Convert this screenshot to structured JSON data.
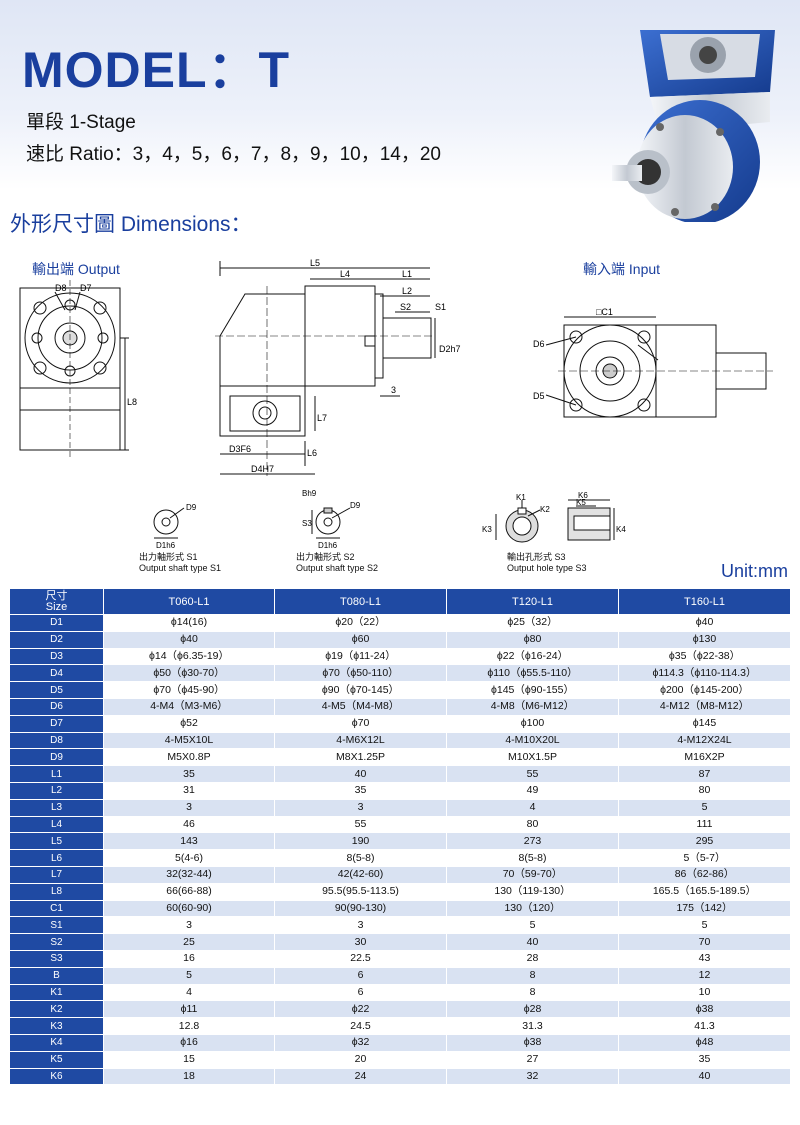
{
  "header": {
    "title": "MODEL：T",
    "stage": "單段 1-Stage",
    "ratio": "速比 Ratio：3，4，5，6，7，8，9，10，14，20"
  },
  "dimensions_title": "外形尺寸圖 Dimensions：",
  "views": {
    "output": "輸出端 Output",
    "input": "輸入端 Input"
  },
  "drawing_labels": {
    "D8": "D8",
    "D7": "D7",
    "L8": "L8",
    "L5": "L5",
    "L4": "L4",
    "L1": "L1",
    "L2": "L2",
    "S2": "S2",
    "S1": "S1",
    "D2h7": "D2h7",
    "L3": "3",
    "L7": "L7",
    "L6": "L6",
    "D3F6": "D3F6",
    "D4H7": "D4H7",
    "C1": "□C1",
    "D6": "D6",
    "D5": "D5",
    "D9": "D9",
    "D1h6": "D1h6",
    "Bh9": "Bh9",
    "S3": "S3",
    "K1": "K1",
    "K2": "K2",
    "K3": "K3",
    "K4": "K4",
    "K5": "K5",
    "K6": "K6"
  },
  "shaft_types": {
    "s1": {
      "zh": "出力軸形式 S1",
      "en": "Output shaft type S1"
    },
    "s2": {
      "zh": "出力軸形式 S2",
      "en": "Output shaft type S2"
    },
    "s3": {
      "zh": "輸出孔形式 S3",
      "en": "Output hole type S3"
    }
  },
  "unit": "Unit:mm",
  "table": {
    "corner_zh": "尺寸",
    "corner_en": "Size",
    "columns": [
      "T060-L1",
      "T080-L1",
      "T120-L1",
      "T160-L1"
    ],
    "rows": [
      {
        "label": "D1",
        "values": [
          "ϕ14(16)",
          "ϕ20（22）",
          "ϕ25（32）",
          "ϕ40"
        ]
      },
      {
        "label": "D2",
        "values": [
          "ϕ40",
          "ϕ60",
          "ϕ80",
          "ϕ130"
        ]
      },
      {
        "label": "D3",
        "values": [
          "ϕ14（ϕ6.35-19）",
          "ϕ19（ϕ11-24）",
          "ϕ22（ϕ16-24）",
          "ϕ35（ϕ22-38）"
        ]
      },
      {
        "label": "D4",
        "values": [
          "ϕ50（ϕ30-70）",
          "ϕ70（ϕ50-110）",
          "ϕ110（ϕ55.5-110）",
          "ϕ114.3（ϕ110-114.3）"
        ]
      },
      {
        "label": "D5",
        "values": [
          "ϕ70（ϕ45-90）",
          "ϕ90（ϕ70-145）",
          "ϕ145（ϕ90-155）",
          "ϕ200（ϕ145-200）"
        ]
      },
      {
        "label": "D6",
        "values": [
          "4-M4（M3-M6）",
          "4-M5（M4-M8）",
          "4-M8（M6-M12）",
          "4-M12（M8-M12）"
        ]
      },
      {
        "label": "D7",
        "values": [
          "ϕ52",
          "ϕ70",
          "ϕ100",
          "ϕ145"
        ]
      },
      {
        "label": "D8",
        "values": [
          "4-M5X10L",
          "4-M6X12L",
          "4-M10X20L",
          "4-M12X24L"
        ]
      },
      {
        "label": "D9",
        "values": [
          "M5X0.8P",
          "M8X1.25P",
          "M10X1.5P",
          "M16X2P"
        ]
      },
      {
        "label": "L1",
        "values": [
          "35",
          "40",
          "55",
          "87"
        ]
      },
      {
        "label": "L2",
        "values": [
          "31",
          "35",
          "49",
          "80"
        ]
      },
      {
        "label": "L3",
        "values": [
          "3",
          "3",
          "4",
          "5"
        ]
      },
      {
        "label": "L4",
        "values": [
          "46",
          "55",
          "80",
          "111"
        ]
      },
      {
        "label": "L5",
        "values": [
          "143",
          "190",
          "273",
          "295"
        ]
      },
      {
        "label": "L6",
        "values": [
          "5(4-6)",
          "8(5-8)",
          "8(5-8)",
          "5（5-7）"
        ]
      },
      {
        "label": "L7",
        "values": [
          "32(32-44)",
          "42(42-60)",
          "70（59-70）",
          "86（62-86）"
        ]
      },
      {
        "label": "L8",
        "values": [
          "66(66-88)",
          "95.5(95.5-113.5)",
          "130（119-130）",
          "165.5（165.5-189.5）"
        ]
      },
      {
        "label": "C1",
        "values": [
          "60(60-90)",
          "90(90-130)",
          "130（120）",
          "175（142）"
        ]
      },
      {
        "label": "S1",
        "values": [
          "3",
          "3",
          "5",
          "5"
        ]
      },
      {
        "label": "S2",
        "values": [
          "25",
          "30",
          "40",
          "70"
        ]
      },
      {
        "label": "S3",
        "values": [
          "16",
          "22.5",
          "28",
          "43"
        ]
      },
      {
        "label": "B",
        "values": [
          "5",
          "6",
          "8",
          "12"
        ]
      },
      {
        "label": "K1",
        "values": [
          "4",
          "6",
          "8",
          "10"
        ]
      },
      {
        "label": "K2",
        "values": [
          "ϕ11",
          "ϕ22",
          "ϕ28",
          "ϕ38"
        ]
      },
      {
        "label": "K3",
        "values": [
          "12.8",
          "24.5",
          "31.3",
          "41.3"
        ]
      },
      {
        "label": "K4",
        "values": [
          "ϕ16",
          "ϕ32",
          "ϕ38",
          "ϕ48"
        ]
      },
      {
        "label": "K5",
        "values": [
          "15",
          "20",
          "27",
          "35"
        ]
      },
      {
        "label": "K6",
        "values": [
          "18",
          "24",
          "32",
          "40"
        ]
      }
    ]
  }
}
